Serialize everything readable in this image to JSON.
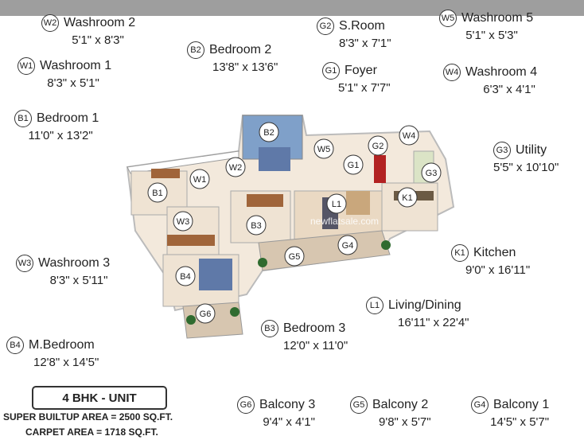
{
  "rooms": [
    {
      "code": "W2",
      "name": "Washroom 2",
      "size": "5'1\" x 8'3\""
    },
    {
      "code": "W1",
      "name": "Washroom 1",
      "size": "8'3\" x 5'1\""
    },
    {
      "code": "B1",
      "name": "Bedroom 1",
      "size": "11'0\" x 13'2\""
    },
    {
      "code": "B2",
      "name": "Bedroom 2",
      "size": "13'8\" x 13'6\""
    },
    {
      "code": "G2",
      "name": "S.Room",
      "size": "8'3\" x 7'1\""
    },
    {
      "code": "G1",
      "name": "Foyer",
      "size": "5'1\" x 7'7\""
    },
    {
      "code": "W5",
      "name": "Washroom 5",
      "size": "5'1\" x 5'3\""
    },
    {
      "code": "W4",
      "name": "Washroom 4",
      "size": "6'3\" x 4'1\""
    },
    {
      "code": "G3",
      "name": "Utility",
      "size": "5'5\" x 10'10\""
    },
    {
      "code": "K1",
      "name": "Kitchen",
      "size": "9'0\" x 16'11\""
    },
    {
      "code": "L1",
      "name": "Living/Dining",
      "size": "16'11\" x 22'4\""
    },
    {
      "code": "W3",
      "name": "Washroom 3",
      "size": "8'3\" x 5'11\""
    },
    {
      "code": "B3",
      "name": "Bedroom 3",
      "size": "12'0\" x 11'0\""
    },
    {
      "code": "B4",
      "name": "M.Bedroom",
      "size": "12'8\" x 14'5\""
    },
    {
      "code": "G6",
      "name": "Balcony 3",
      "size": "9'4\" x 4'1\""
    },
    {
      "code": "G5",
      "name": "Balcony 2",
      "size": "9'8\" x 5'7\""
    },
    {
      "code": "G4",
      "name": "Balcony 1",
      "size": "14'5\" x 5'7\""
    }
  ],
  "unit_title": "4 BHK - UNIT",
  "super_area": "SUPER BUILTUP AREA = 2500 SQ.FT.",
  "carpet_area": "CARPET AREA = 1718 SQ.FT.",
  "watermark": "newflatsale.com",
  "plan_markers": [
    "B2",
    "W5",
    "G2",
    "W4",
    "W2",
    "W1",
    "G1",
    "G3",
    "B1",
    "L1",
    "K1",
    "W3",
    "B3",
    "G4",
    "G5",
    "B4",
    "G6"
  ]
}
